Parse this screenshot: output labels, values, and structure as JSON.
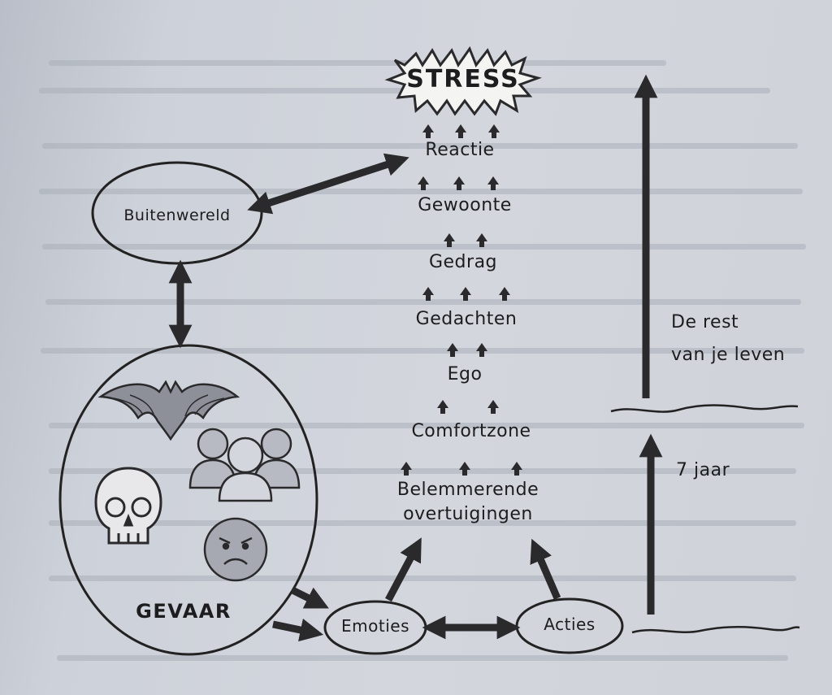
{
  "diagram": {
    "stress": "STRESS",
    "levels": {
      "reactie": "Reactie",
      "gewoonte": "Gewoonte",
      "gedrag": "Gedrag",
      "gedachten": "Gedachten",
      "ego": "Ego",
      "comfortzone": "Comfortzone",
      "belemmerende_1": "Belemmerende",
      "belemmerende_2": "overtuigingen"
    },
    "nodes": {
      "buitenwereld": "Buitenwereld",
      "gevaar": "GEVAAR",
      "emoties": "Emoties",
      "acties": "Acties"
    },
    "timeline": {
      "rest_line1": "De rest",
      "rest_line2": "van je leven",
      "seven_years": "7 jaar"
    },
    "danger_icons": [
      "bat-icon",
      "people-group-icon",
      "skull-icon",
      "angry-face-icon"
    ]
  }
}
